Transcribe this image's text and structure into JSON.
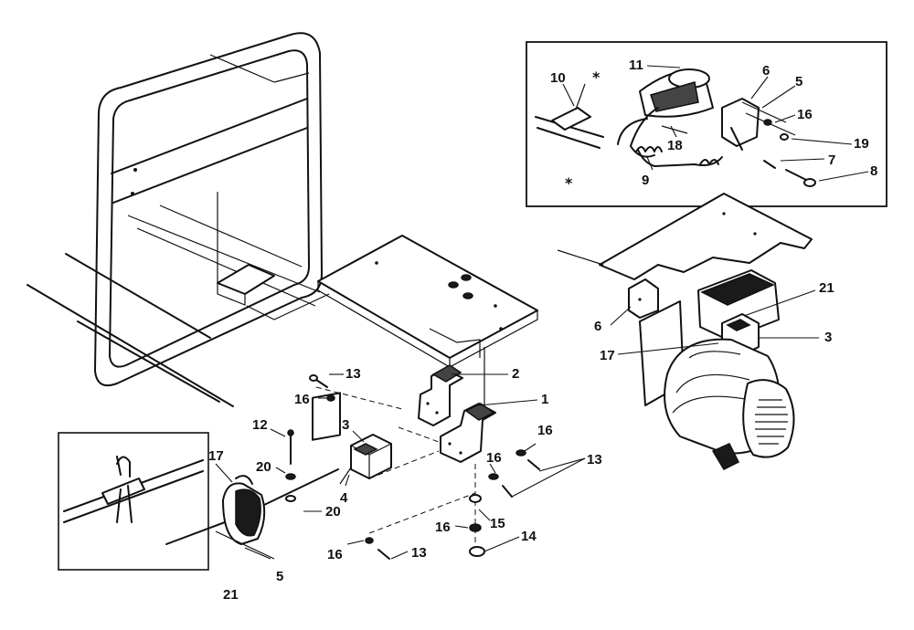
{
  "diagram": {
    "type": "exploded-parts-diagram",
    "callouts": {
      "frame_assembly": {
        "c13a": "13",
        "c16a": "16",
        "c2": "2",
        "c1": "1",
        "c3a": "3",
        "c12": "12",
        "c20a": "20",
        "c20b": "20",
        "c4": "4",
        "c17a": "17",
        "c5a": "5",
        "c21a": "21",
        "c16b": "16",
        "c16c": "16",
        "c13b": "13",
        "c15": "15",
        "c16d": "16",
        "c14": "14",
        "c16e": "16",
        "c13c": "13"
      },
      "inset_detail": {
        "c11": "11",
        "c10": "10",
        "c6a": "6",
        "c5b": "5",
        "c16f": "16",
        "c18": "18",
        "c19": "19",
        "c7": "7",
        "c8": "8",
        "c9": "9",
        "star1": "*",
        "star2": "*"
      },
      "generator": {
        "c21b": "21",
        "c6b": "6",
        "c17b": "17",
        "c3b": "3"
      }
    }
  }
}
